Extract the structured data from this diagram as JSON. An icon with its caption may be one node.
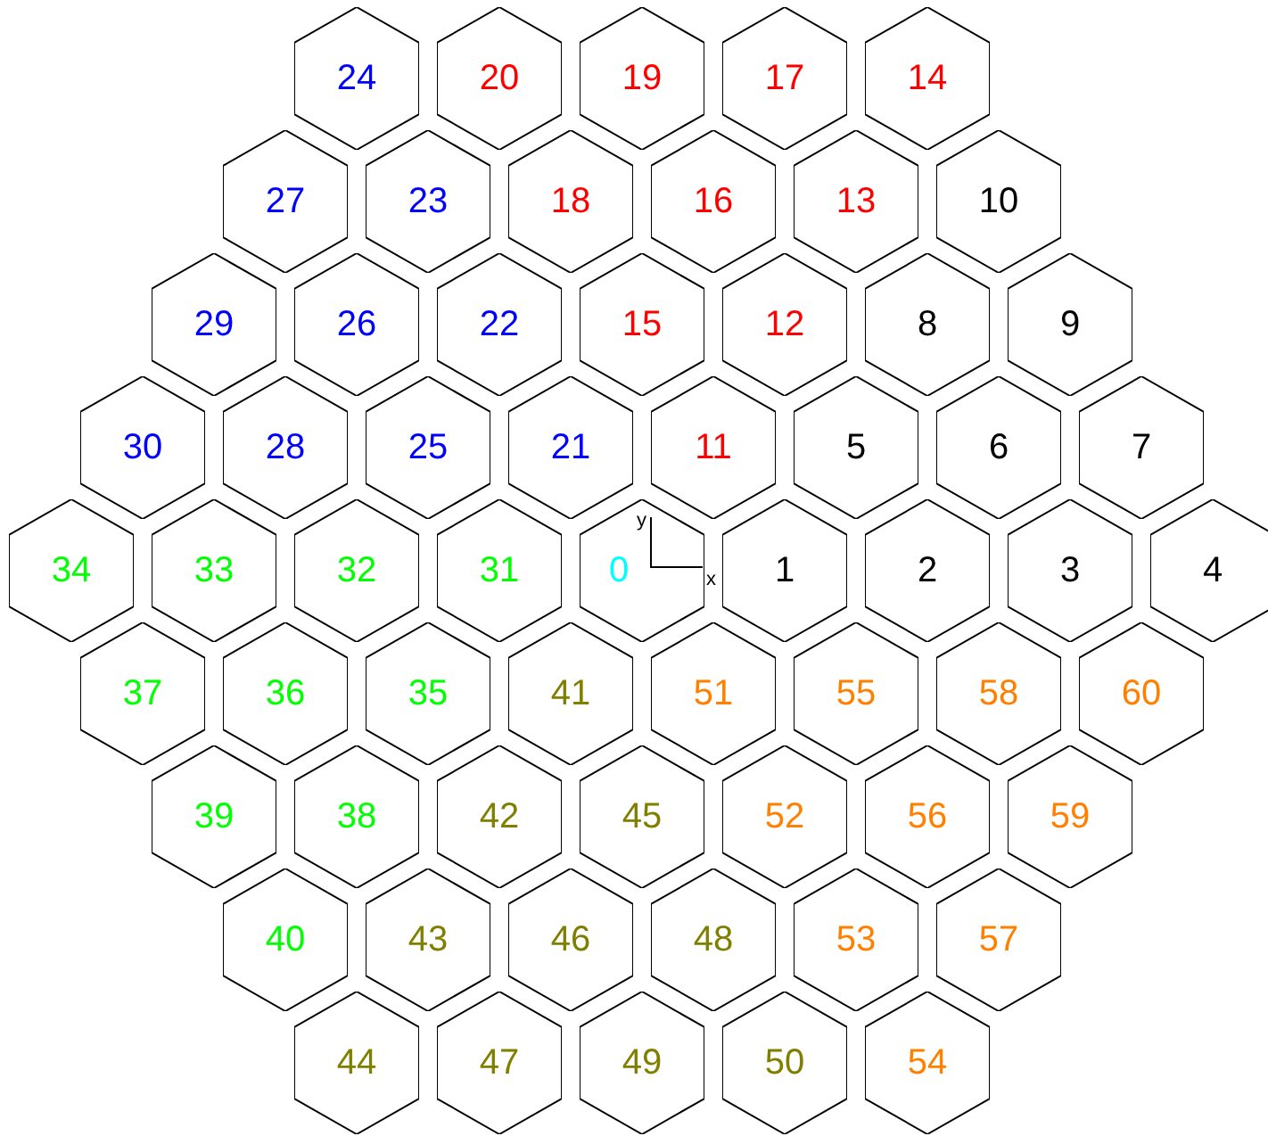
{
  "diagram": {
    "nodes": [
      {
        "text": [
          "24"
        ]
      },
      {
        "text": [
          "20"
        ]
      },
      {
        "text": [
          "19"
        ]
      },
      {
        "text": [
          "17"
        ]
      },
      {
        "text": [
          "14"
        ]
      },
      {
        "text": [
          "27"
        ]
      },
      {
        "text": [
          "23"
        ]
      },
      {
        "text": [
          "18"
        ]
      },
      {
        "text": [
          "16"
        ]
      },
      {
        "text": [
          "13"
        ]
      },
      {
        "text": [
          "10"
        ]
      },
      {
        "text": [
          "29"
        ]
      },
      {
        "text": [
          "26"
        ]
      },
      {
        "text": [
          "22"
        ]
      },
      {
        "text": [
          "15"
        ]
      },
      {
        "text": [
          "12"
        ]
      },
      {
        "text": [
          "8"
        ]
      },
      {
        "text": [
          "9"
        ]
      },
      {
        "text": [
          "30"
        ]
      },
      {
        "text": [
          "28"
        ]
      },
      {
        "text": [
          "25"
        ]
      },
      {
        "text": [
          "21"
        ]
      },
      {
        "text": [
          "11"
        ]
      },
      {
        "text": [
          "5"
        ]
      },
      {
        "text": [
          "6"
        ]
      },
      {
        "text": [
          "7"
        ]
      },
      {
        "text": [
          "34"
        ]
      },
      {
        "text": [
          "33"
        ]
      },
      {
        "text": [
          "32"
        ]
      },
      {
        "text": [
          "31"
        ]
      },
      {
        "text": [
          "0"
        ]
      },
      {
        "text": [
          "1"
        ]
      },
      {
        "text": [
          "2"
        ]
      },
      {
        "text": [
          "3"
        ]
      },
      {
        "text": [
          "4"
        ]
      },
      {
        "text": [
          "37"
        ]
      },
      {
        "text": [
          "36"
        ]
      },
      {
        "text": [
          "35"
        ]
      },
      {
        "text": [
          "41"
        ]
      },
      {
        "text": [
          "51"
        ]
      },
      {
        "text": [
          "55"
        ]
      },
      {
        "text": [
          "58"
        ]
      },
      {
        "text": [
          "60"
        ]
      },
      {
        "text": [
          "39"
        ]
      },
      {
        "text": [
          "38"
        ]
      },
      {
        "text": [
          "42"
        ]
      },
      {
        "text": [
          "45"
        ]
      },
      {
        "text": [
          "52"
        ]
      },
      {
        "text": [
          "56"
        ]
      },
      {
        "text": [
          "59"
        ]
      },
      {
        "text": [
          "40"
        ]
      },
      {
        "text": [
          "43"
        ]
      },
      {
        "text": [
          "46"
        ]
      },
      {
        "text": [
          "48"
        ]
      },
      {
        "text": [
          "53"
        ]
      },
      {
        "text": [
          "57"
        ]
      },
      {
        "text": [
          "44"
        ]
      },
      {
        "text": [
          "47"
        ]
      },
      {
        "text": [
          "49"
        ]
      },
      {
        "text": [
          "50"
        ]
      },
      {
        "text": [
          "54"
        ]
      }
    ],
    "labels": [
      "y",
      "x"
    ]
  }
}
